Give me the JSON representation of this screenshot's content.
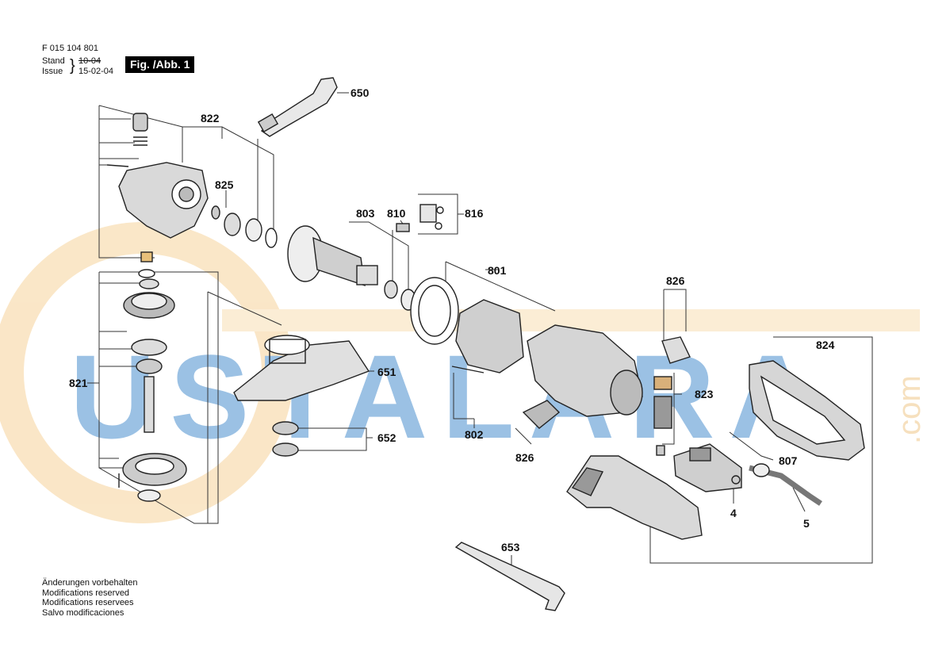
{
  "header": {
    "part_number": "F 015 104 801",
    "stand_label": "Stand",
    "issue_label": "Issue",
    "stand_date": "10-04",
    "issue_date": "15-02-04",
    "figure_label": "Fig. /Abb. 1"
  },
  "watermark": {
    "text": "USTALARA",
    "suffix": ".com",
    "color_main": "#1f6fb5",
    "color_ring": "#f4c27a"
  },
  "part_labels": {
    "p650": "650",
    "p822": "822",
    "p825": "825",
    "p803": "803",
    "p810": "810",
    "p816": "816",
    "p801": "801",
    "p826a": "826",
    "p826b": "826",
    "p824": "824",
    "p821": "821",
    "p651": "651",
    "p823": "823",
    "p652": "652",
    "p802": "802",
    "p807": "807",
    "p4": "4",
    "p5": "5",
    "p653": "653"
  },
  "footer_notes": [
    "Änderungen vorbehalten",
    "Modifications reserved",
    "Modifications reservees",
    "Salvo modificaciones"
  ]
}
